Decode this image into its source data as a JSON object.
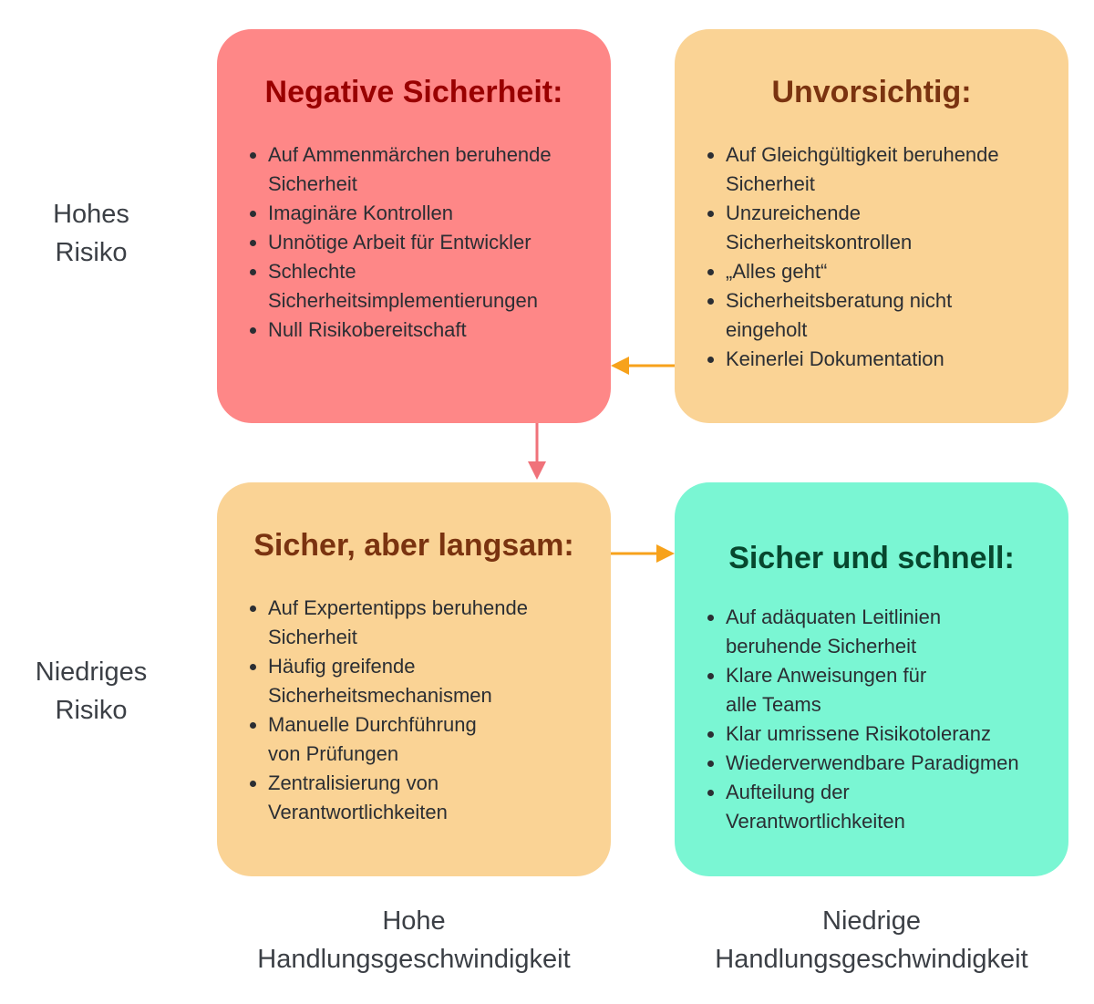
{
  "rows": [
    {
      "id": "high",
      "lines": [
        "Hohes",
        "Risiko"
      ]
    },
    {
      "id": "low",
      "lines": [
        "Niedriges",
        "Risiko"
      ]
    }
  ],
  "columns": [
    {
      "id": "high",
      "lines": [
        "Hohe",
        "Handlungsgeschwindigkeit"
      ]
    },
    {
      "id": "low",
      "lines": [
        "Niedrige",
        "Handlungsgeschwindigkeit"
      ]
    }
  ],
  "quadrants": {
    "negative": {
      "title": "Negative Sicherheit:",
      "bg_color": "#fe8787",
      "title_color": "#990000",
      "items": [
        [
          "Auf Ammenmärchen beruhende",
          "Sicherheit"
        ],
        [
          "Imaginäre Kontrollen"
        ],
        [
          "Unnötige Arbeit für Entwickler"
        ],
        [
          "Schlechte",
          "Sicherheitsimplementierungen"
        ],
        [
          "Null Risikobereitschaft"
        ]
      ]
    },
    "careless": {
      "title": "Unvorsichtig:",
      "bg_color": "#fad395",
      "title_color": "#7a3310",
      "items": [
        [
          "Auf Gleichgültigkeit beruhende",
          "Sicherheit"
        ],
        [
          "Unzureichende",
          "Sicherheitskontrollen"
        ],
        [
          "„Alles geht“"
        ],
        [
          "Sicherheitsberatung nicht",
          "eingeholt"
        ],
        [
          "Keinerlei Dokumentation"
        ]
      ]
    },
    "slow": {
      "title": "Sicher, aber langsam:",
      "bg_color": "#fad395",
      "title_color": "#7a3310",
      "items": [
        [
          "Auf Expertentipps beruhende",
          "Sicherheit"
        ],
        [
          "Häufig greifende",
          "Sicherheitsmechanismen"
        ],
        [
          "Manuelle Durchführung",
          "von Prüfungen"
        ],
        [
          "Zentralisierung von",
          "Verantwortlichkeiten"
        ]
      ]
    },
    "fast": {
      "title": "Sicher und schnell:",
      "bg_color": "#7af6d3",
      "title_color": "#07472e",
      "items": [
        [
          "Auf adäquaten Leitlinien",
          "beruhende Sicherheit"
        ],
        [
          "Klare Anweisungen für",
          "alle Teams"
        ],
        [
          "Klar umrissene Risikotoleranz"
        ],
        [
          "Wiederverwendbare Paradigmen"
        ],
        [
          "Aufteilung der",
          "Verantwortlichkeiten"
        ]
      ]
    }
  },
  "arrows": [
    {
      "name": "arrow-careless-to-negative",
      "color": "#f7a21b"
    },
    {
      "name": "arrow-negative-to-slow",
      "color": "#f0727a"
    },
    {
      "name": "arrow-slow-to-fast",
      "color": "#f7a21b"
    }
  ]
}
